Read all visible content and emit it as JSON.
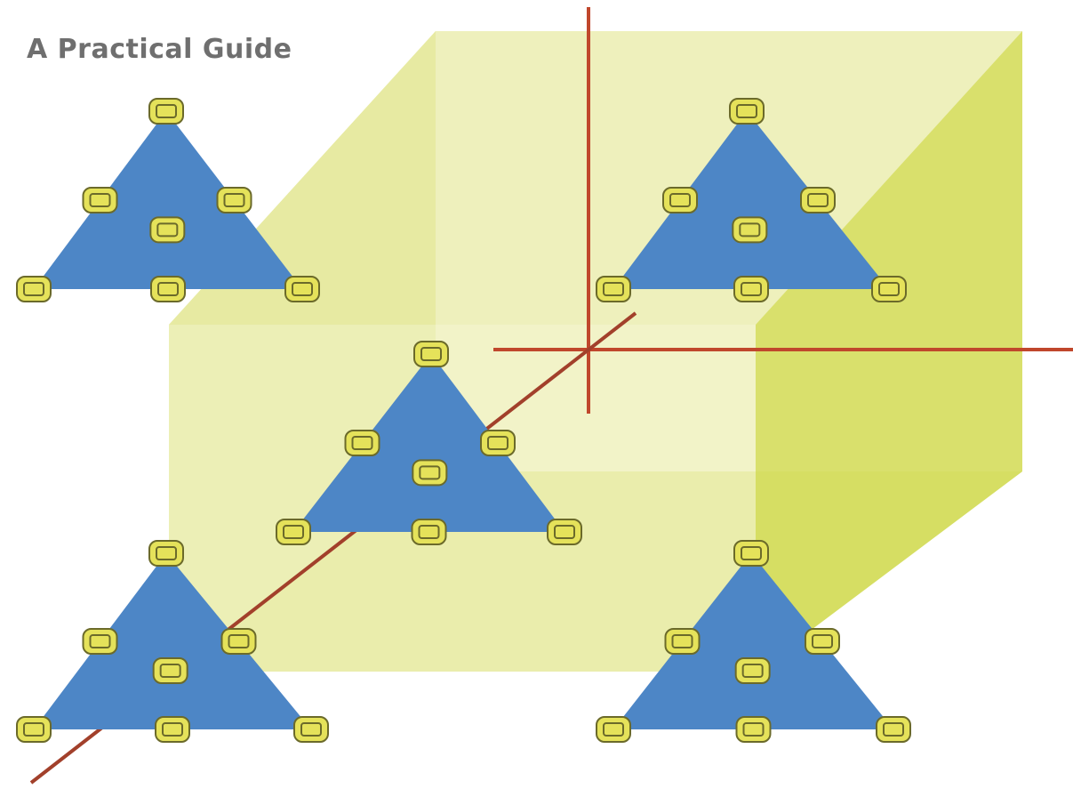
{
  "title": "A Practical Guide",
  "colors": {
    "cube_light": "#f0f2bf",
    "cube_mid": "#e4e88e",
    "cube_dark": "#c9d54a",
    "axis": "#c0472c",
    "triangle": "#4d86c6",
    "node_fill": "#e5e25a",
    "node_stroke": "#6b6a2a"
  },
  "triangles": [
    {
      "name": "triangle-top-left",
      "nodes": 7
    },
    {
      "name": "triangle-top-right",
      "nodes": 7
    },
    {
      "name": "triangle-center",
      "nodes": 7
    },
    {
      "name": "triangle-bottom-left",
      "nodes": 7
    },
    {
      "name": "triangle-bottom-right",
      "nodes": 7
    }
  ]
}
